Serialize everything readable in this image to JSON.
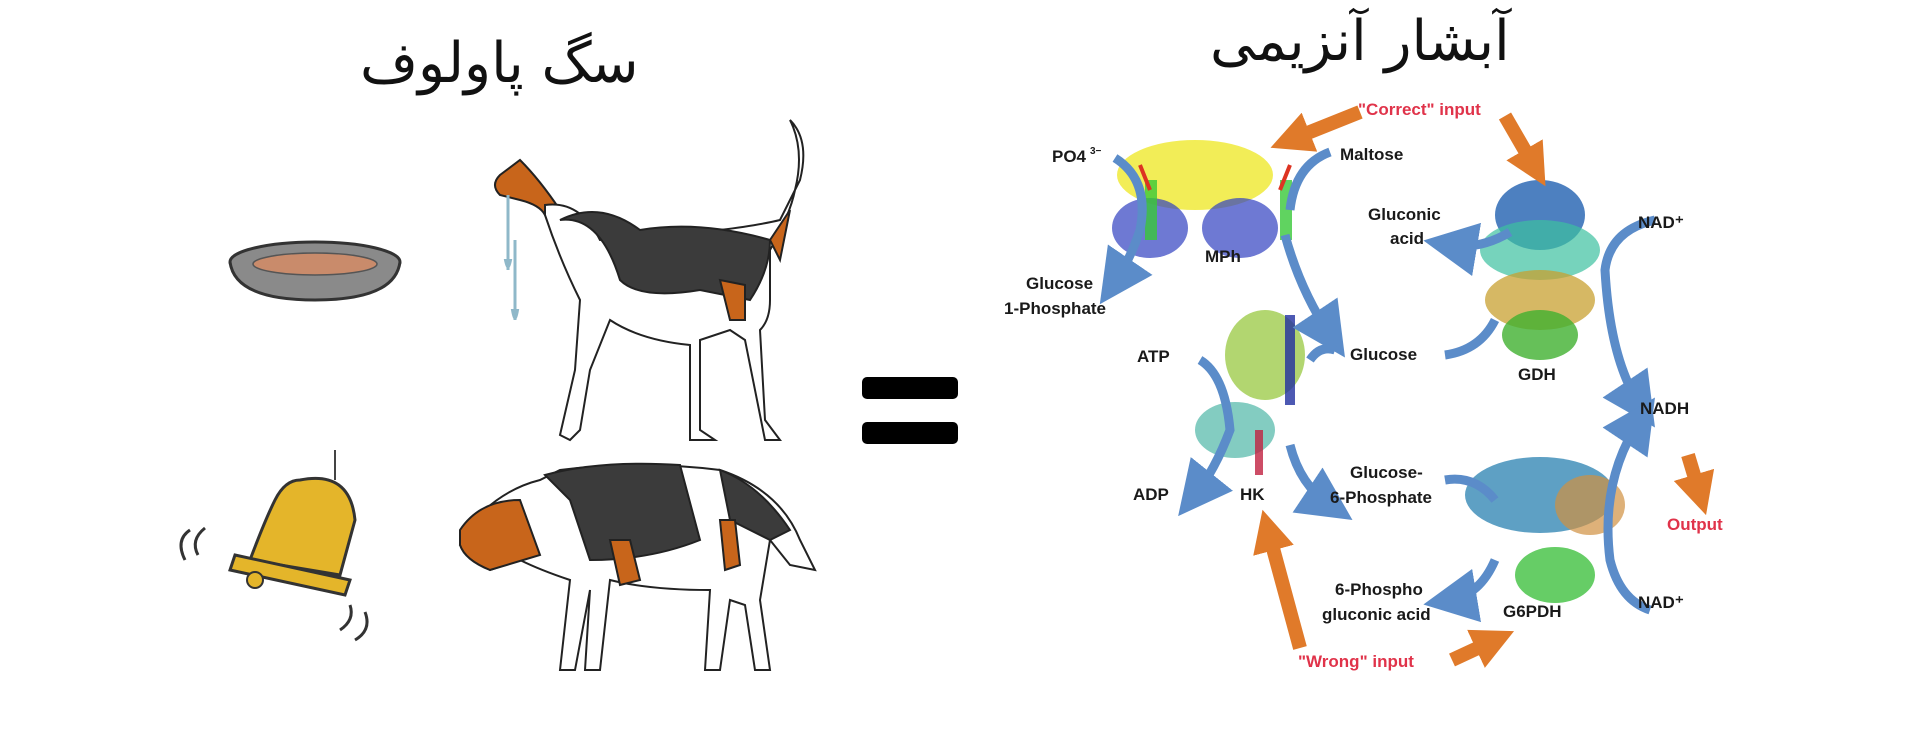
{
  "left_panel": {
    "title": "سگ پاولوف",
    "items": [
      {
        "name": "food-bowl",
        "row": "top"
      },
      {
        "name": "salivating-dog",
        "row": "top"
      },
      {
        "name": "ringing-bell",
        "row": "bottom"
      },
      {
        "name": "dog-head-down",
        "row": "bottom"
      }
    ]
  },
  "equals_sign": "=",
  "right_panel": {
    "title": "آبشار آنزیمی",
    "inputs": {
      "correct": "\"Correct\" input",
      "wrong": "\"Wrong\" input",
      "output": "Output"
    },
    "enzymes": {
      "mph": "MPh",
      "gdh": "GDH",
      "hk": "HK",
      "g6pdh": "G6PDH"
    },
    "substrates": {
      "po4": "PO4",
      "po4_charge": "3−",
      "maltose": "Maltose",
      "glucose_1p_line1": "Glucose",
      "glucose_1p_line2": "1-Phosphate",
      "gluconic_line1": "Gluconic",
      "gluconic_line2": "acid",
      "nad_top": "NAD⁺",
      "glucose": "Glucose",
      "atp": "ATP",
      "adp": "ADP",
      "nadh": "NADH",
      "g6p_line1": "Glucose-",
      "g6p_line2": "6-Phosphate",
      "pg_line1": "6-Phospho",
      "pg_line2": "gluconic acid",
      "nad_bottom": "NAD⁺"
    },
    "colors": {
      "orange_arrow": "#e07a2a",
      "blue_arrow": "#5b8cc9",
      "red_text": "#e0334a"
    }
  }
}
